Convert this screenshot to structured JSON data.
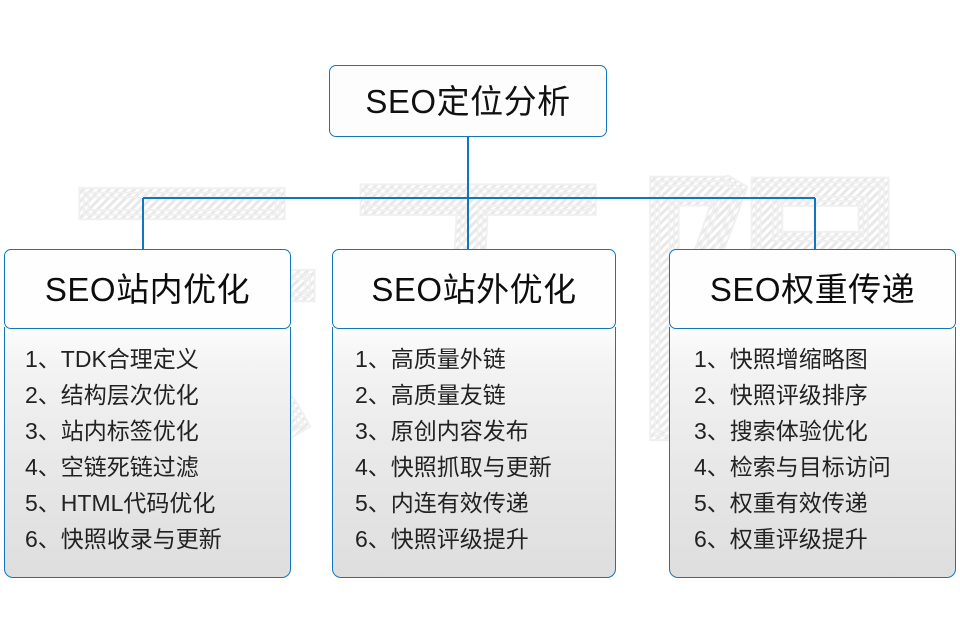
{
  "diagram": {
    "title": "SEO定位分析",
    "accent_color": "#1276bd",
    "watermark_text": "云无限",
    "branches": [
      {
        "header": "SEO站内优化",
        "items": [
          {
            "num": "1、",
            "text": "TDK合理定义"
          },
          {
            "num": "2、",
            "text": "结构层次优化"
          },
          {
            "num": "3、",
            "text": "站内标签优化"
          },
          {
            "num": "4、",
            "text": "空链死链过滤"
          },
          {
            "num": "5、",
            "text": "HTML代码优化"
          },
          {
            "num": "6、",
            "text": "快照收录与更新"
          }
        ]
      },
      {
        "header": "SEO站外优化",
        "items": [
          {
            "num": "1、",
            "text": "高质量外链"
          },
          {
            "num": "2、",
            "text": "高质量友链"
          },
          {
            "num": "3、",
            "text": "原创内容发布"
          },
          {
            "num": "4、",
            "text": "快照抓取与更新"
          },
          {
            "num": "5、",
            "text": "内连有效传递"
          },
          {
            "num": "6、",
            "text": "快照评级提升"
          }
        ]
      },
      {
        "header": "SEO权重传递",
        "items": [
          {
            "num": "1、",
            "text": "快照增缩略图"
          },
          {
            "num": "2、",
            "text": "快照评级排序"
          },
          {
            "num": "3、",
            "text": "搜索体验优化"
          },
          {
            "num": "4、",
            "text": "检索与目标访问"
          },
          {
            "num": "5、",
            "text": "权重有效传递"
          },
          {
            "num": "6、",
            "text": "权重评级提升"
          }
        ]
      }
    ]
  }
}
